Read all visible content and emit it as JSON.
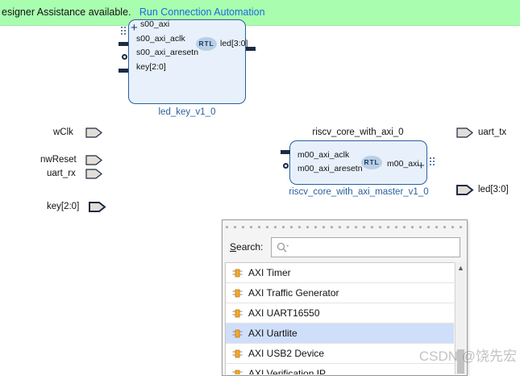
{
  "banner": {
    "message": "esigner Assistance available.",
    "link_label": "Run Connection Automation",
    "background_color": "#a8feae",
    "link_color": "#1b6ae0"
  },
  "canvas": {
    "blocks": [
      {
        "title": "",
        "caption": "led_key_v1_0",
        "badge": "RTL",
        "left_ports": [
          "s00_axi",
          "s00_axi_aclk",
          "s00_axi_aresetn",
          "key[2:0]"
        ],
        "right_ports": [
          "led[3:0]"
        ]
      },
      {
        "title": "riscv_core_with_axi_0",
        "caption": "riscv_core_with_axi_master_v1_0",
        "badge": "RTL",
        "left_ports": [
          "m00_axi_aclk",
          "m00_axi_aresetn"
        ],
        "right_ports": [
          "m00_axi"
        ]
      }
    ],
    "external_inputs": [
      {
        "label": "wClk"
      },
      {
        "label": "nwReset"
      },
      {
        "label": "uart_rx"
      },
      {
        "label": "key[2:0]"
      }
    ],
    "external_outputs": [
      {
        "label": "uart_tx"
      },
      {
        "label": "led[3:0]"
      }
    ],
    "block_fill_color": "#e8f1fb",
    "block_border_color": "#2a5f9e",
    "caption_color": "#2a5f9e"
  },
  "ip_popup": {
    "search_label": "Search:",
    "search_value": "",
    "search_placeholder": "",
    "search_icon": "magnifier-icon",
    "items": [
      {
        "name": "AXI Timer",
        "selected": false
      },
      {
        "name": "AXI Traffic Generator",
        "selected": false
      },
      {
        "name": "AXI UART16550",
        "selected": false
      },
      {
        "name": "AXI Uartlite",
        "selected": true
      },
      {
        "name": "AXI USB2 Device",
        "selected": false
      },
      {
        "name": "AXI Verification IP",
        "selected": false
      }
    ],
    "selection_color": "#cfdffa",
    "ip_icon_color": "#f7a823"
  },
  "watermark": {
    "text": "CSDN @饶先宏"
  }
}
